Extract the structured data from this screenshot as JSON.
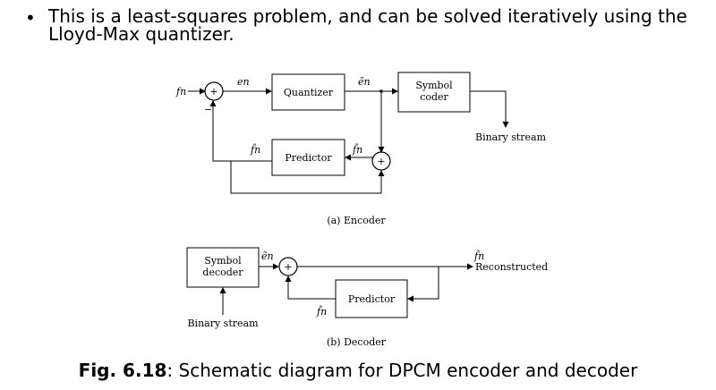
{
  "bullet": {
    "symbol": "•",
    "text": "This is a least-squares problem, and can be solved iteratively using the Lloyd-Max quantizer."
  },
  "encoder": {
    "input": "fn",
    "error": "en",
    "quantized_error": "ẽn",
    "prediction": "f̂n",
    "reconstructed": "f̃n",
    "plus": "+",
    "minus": "−",
    "quantizer": "Quantizer",
    "symbol_coder_line1": "Symbol",
    "symbol_coder_line2": "coder",
    "predictor": "Predictor",
    "output": "Binary stream",
    "caption": "(a) Encoder"
  },
  "decoder": {
    "symbol_decoder_line1": "Symbol",
    "symbol_decoder_line2": "decoder",
    "quantized_error": "ẽn",
    "plus": "+",
    "predictor": "Predictor",
    "prediction": "f̂n",
    "reconstructed": "f̃n",
    "reconstructed_label": "Reconstructed",
    "input": "Binary stream",
    "caption": "(b) Decoder"
  },
  "figure_caption": {
    "label": "Fig. 6.18",
    "text": ": Schematic diagram for DPCM encoder and decoder"
  }
}
